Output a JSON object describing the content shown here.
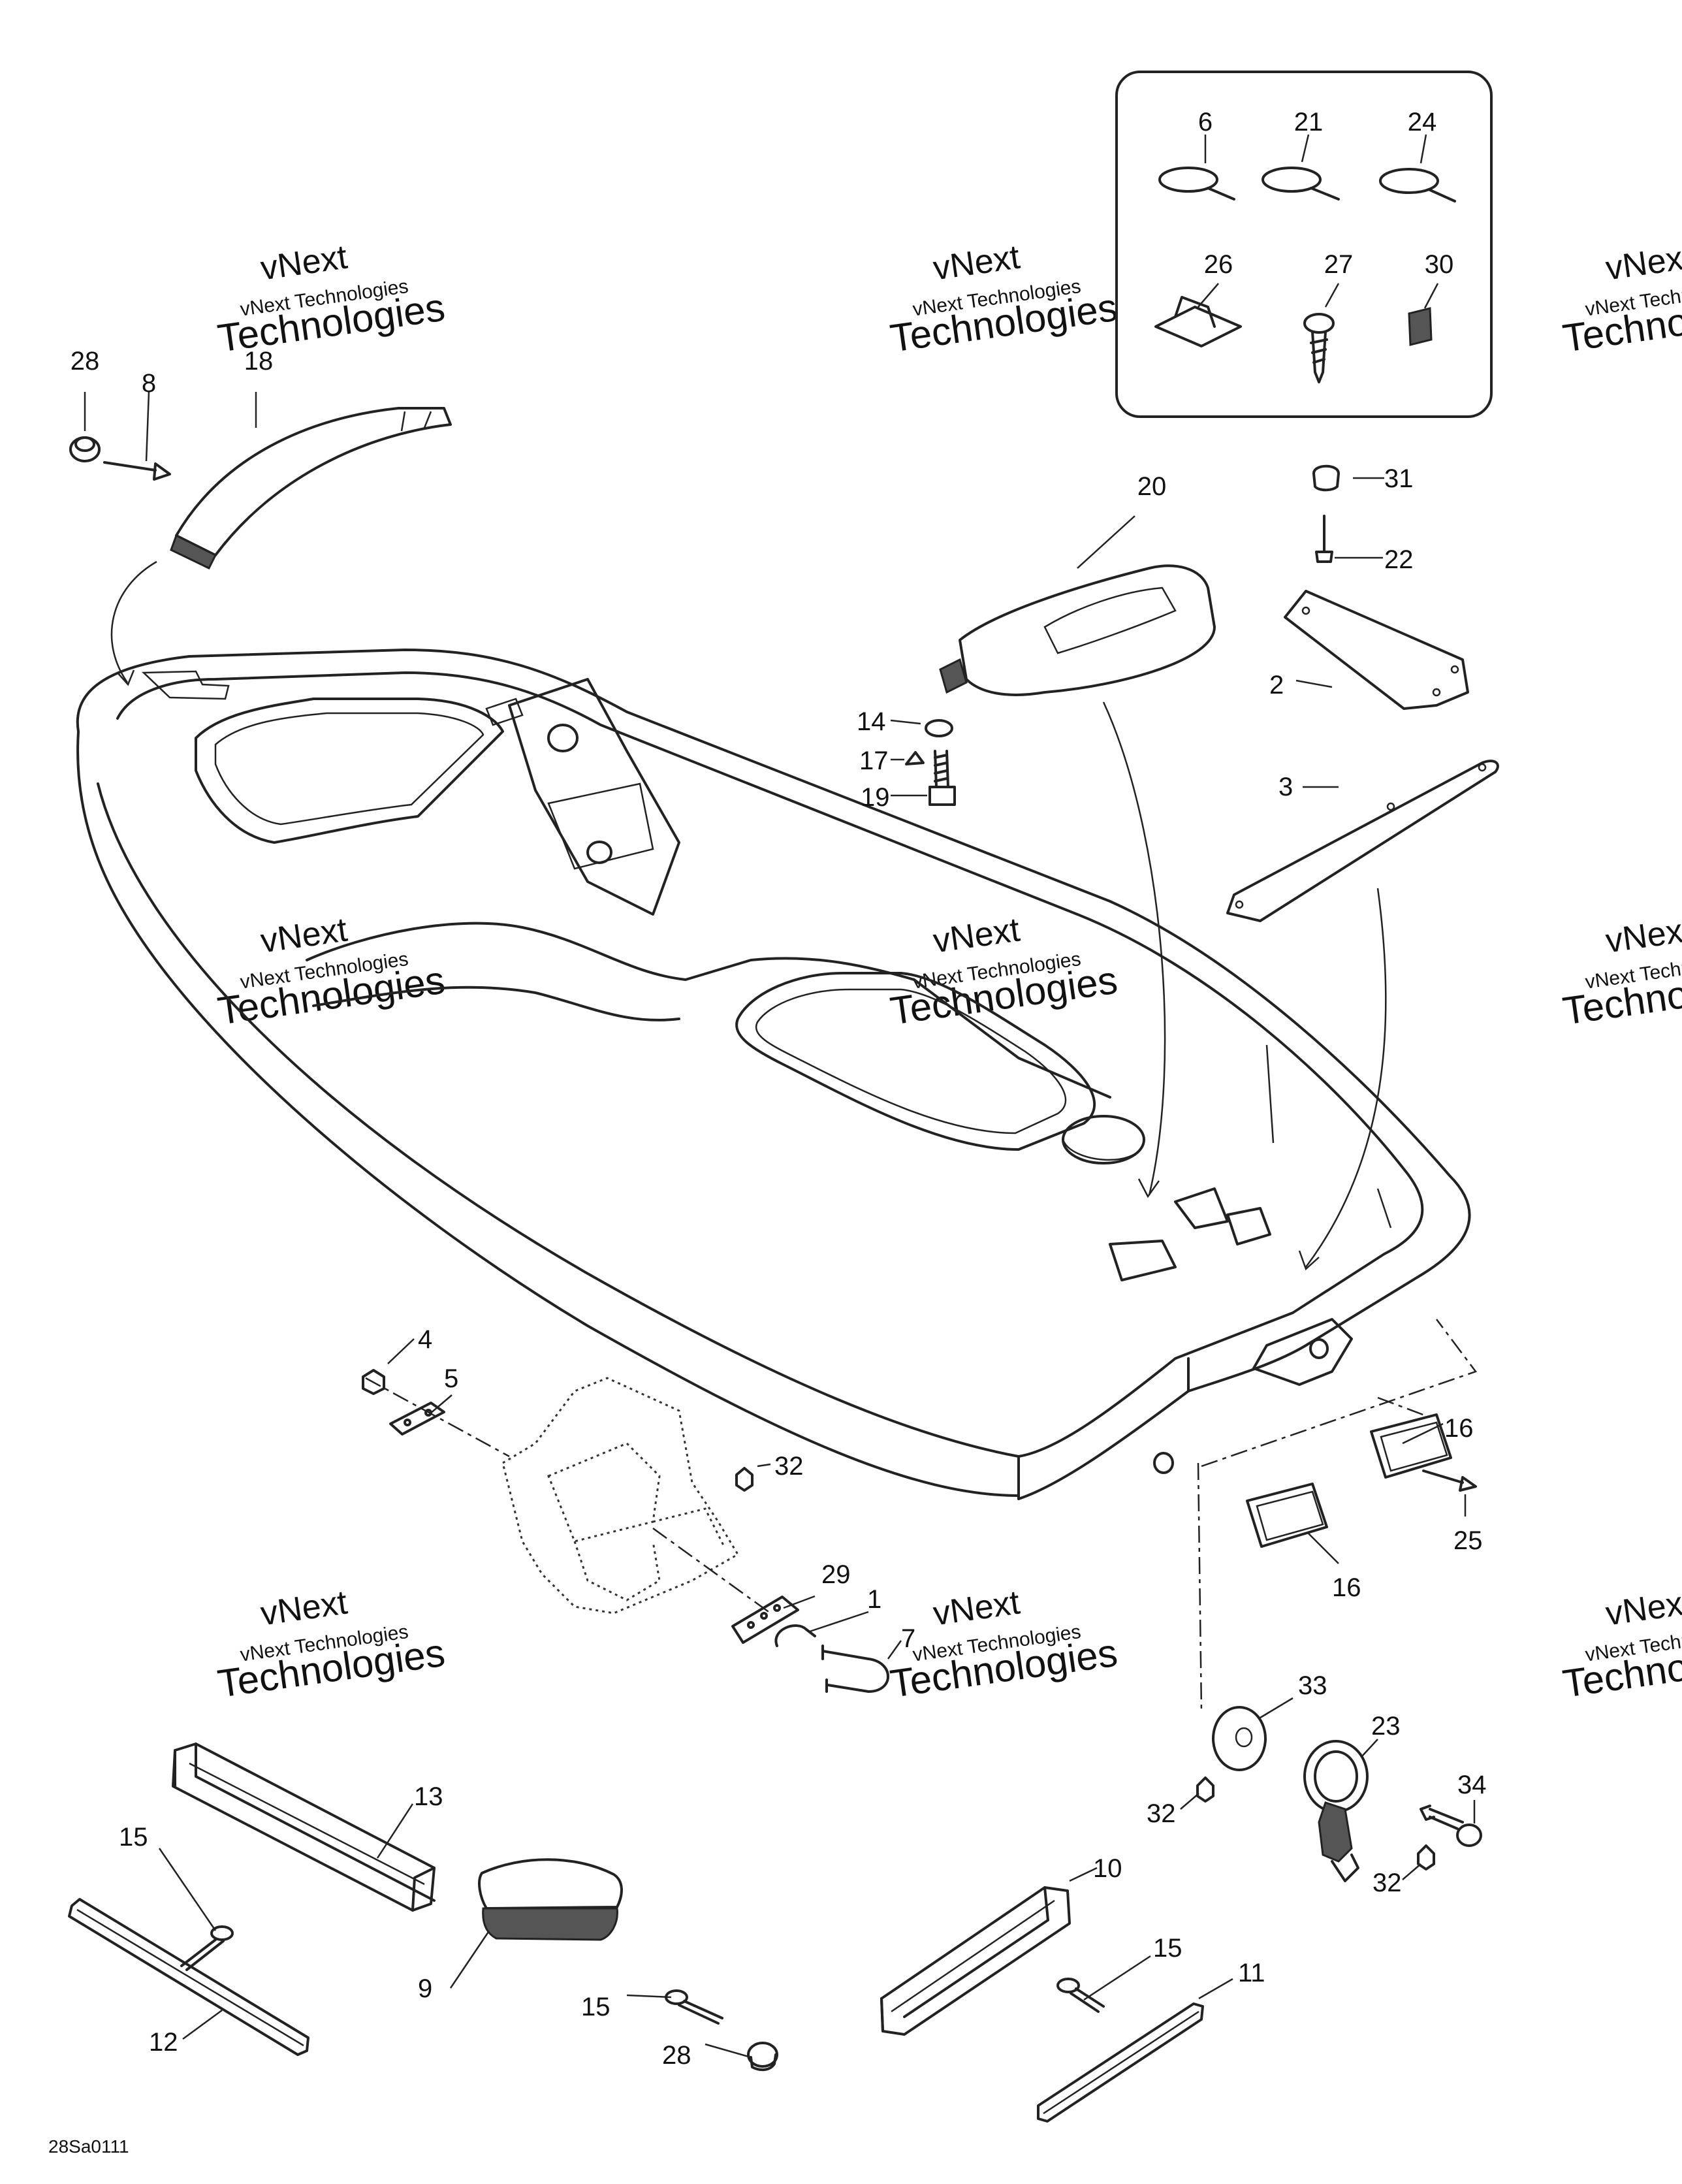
{
  "diagram_code": "28Sa0111",
  "watermark": {
    "line1": "vNext",
    "line2": "vNext Technologies",
    "line3": "Technologies"
  },
  "callouts": [
    {
      "id": "c6",
      "text": "6"
    },
    {
      "id": "c21",
      "text": "21"
    },
    {
      "id": "c24",
      "text": "24"
    },
    {
      "id": "c26",
      "text": "26"
    },
    {
      "id": "c27",
      "text": "27"
    },
    {
      "id": "c30",
      "text": "30"
    },
    {
      "id": "c28a",
      "text": "28"
    },
    {
      "id": "c8",
      "text": "8"
    },
    {
      "id": "c18",
      "text": "18"
    },
    {
      "id": "c20",
      "text": "20"
    },
    {
      "id": "c31",
      "text": "31"
    },
    {
      "id": "c22",
      "text": "22"
    },
    {
      "id": "c2",
      "text": "2"
    },
    {
      "id": "c3",
      "text": "3"
    },
    {
      "id": "c14",
      "text": "14"
    },
    {
      "id": "c17",
      "text": "17"
    },
    {
      "id": "c19",
      "text": "19"
    },
    {
      "id": "c4",
      "text": "4"
    },
    {
      "id": "c5",
      "text": "5"
    },
    {
      "id": "c32a",
      "text": "32"
    },
    {
      "id": "c29",
      "text": "29"
    },
    {
      "id": "c1",
      "text": "1"
    },
    {
      "id": "c7",
      "text": "7"
    },
    {
      "id": "c16a",
      "text": "16"
    },
    {
      "id": "c25",
      "text": "25"
    },
    {
      "id": "c16b",
      "text": "16"
    },
    {
      "id": "c33",
      "text": "33"
    },
    {
      "id": "c23",
      "text": "23"
    },
    {
      "id": "c34",
      "text": "34"
    },
    {
      "id": "c32b",
      "text": "32"
    },
    {
      "id": "c32c",
      "text": "32"
    },
    {
      "id": "c13",
      "text": "13"
    },
    {
      "id": "c15a",
      "text": "15"
    },
    {
      "id": "c12",
      "text": "12"
    },
    {
      "id": "c9",
      "text": "9"
    },
    {
      "id": "c15b",
      "text": "15"
    },
    {
      "id": "c28b",
      "text": "28"
    },
    {
      "id": "c10",
      "text": "10"
    },
    {
      "id": "c15c",
      "text": "15"
    },
    {
      "id": "c11",
      "text": "11"
    }
  ]
}
